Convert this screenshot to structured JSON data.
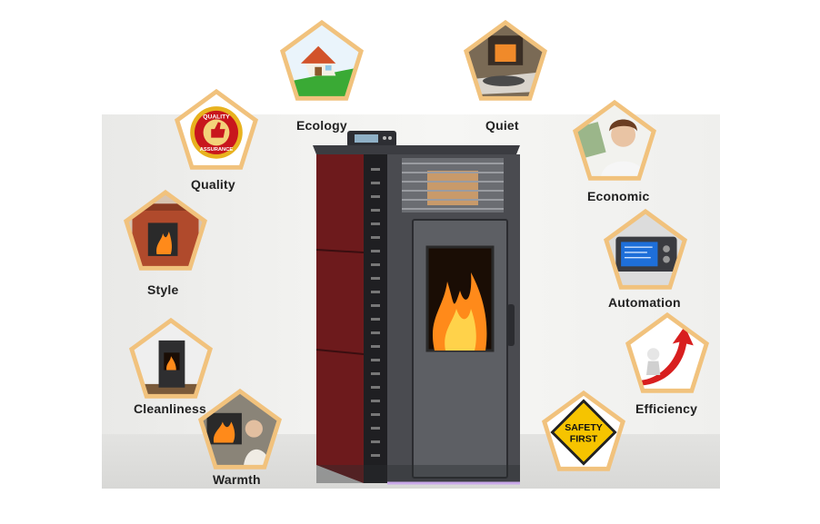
{
  "features": [
    {
      "key": "ecology",
      "label": "Ecology"
    },
    {
      "key": "quiet",
      "label": "Quiet"
    },
    {
      "key": "quality",
      "label": "Quality"
    },
    {
      "key": "economic",
      "label": "Economic"
    },
    {
      "key": "style",
      "label": "Style"
    },
    {
      "key": "automation",
      "label": "Automation"
    },
    {
      "key": "efficiency",
      "label": "Efficiency"
    },
    {
      "key": "cleanliness",
      "label": "Cleanliness"
    },
    {
      "key": "warmth",
      "label": "Warmth"
    }
  ],
  "badge_text": {
    "quality_seal_top": "QUALITY",
    "quality_seal_bottom": "ASSURANCE",
    "safety_line1": "SAFETY",
    "safety_line2": "FIRST"
  },
  "colors": {
    "pentagon_border": "#f1c27d",
    "stove_red": "#6d1a1c",
    "stove_body": "#4a4b50",
    "flame": "#ff8a1a",
    "safety_yellow": "#f6c400"
  }
}
